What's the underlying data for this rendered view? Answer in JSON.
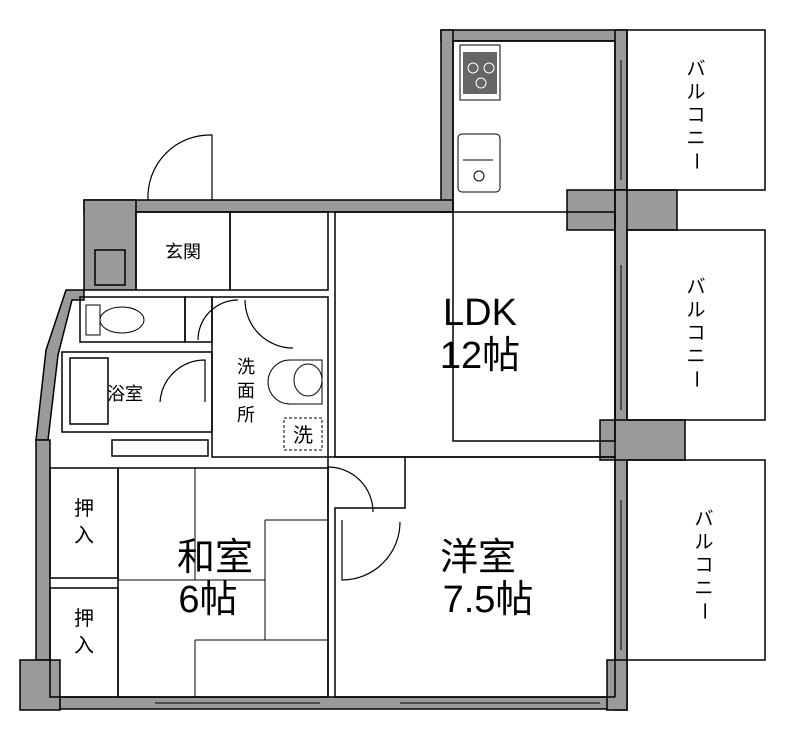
{
  "rooms": {
    "entrance": "玄関",
    "bath": "浴室",
    "washroom": [
      "洗",
      "面",
      "所"
    ],
    "washer": "洗",
    "ldk_name": "LDK",
    "ldk_size": "12帖",
    "washitsu_name": "和室",
    "washitsu_size": "6帖",
    "yoshitsu_name": "洋室",
    "yoshitsu_size": "7.5帖",
    "closet1": [
      "押",
      "入"
    ],
    "closet2": [
      "押",
      "入"
    ],
    "balcony1": [
      "バ",
      "ル",
      "コ",
      "ニ",
      "ー"
    ],
    "balcony2": [
      "バ",
      "ル",
      "コ",
      "ニ",
      "ー"
    ],
    "balcony3": [
      "バ",
      "ル",
      "コ",
      "ニ",
      "ー"
    ]
  },
  "colors": {
    "wall": "#9a9a9a",
    "line": "#000000",
    "background": "#ffffff"
  }
}
